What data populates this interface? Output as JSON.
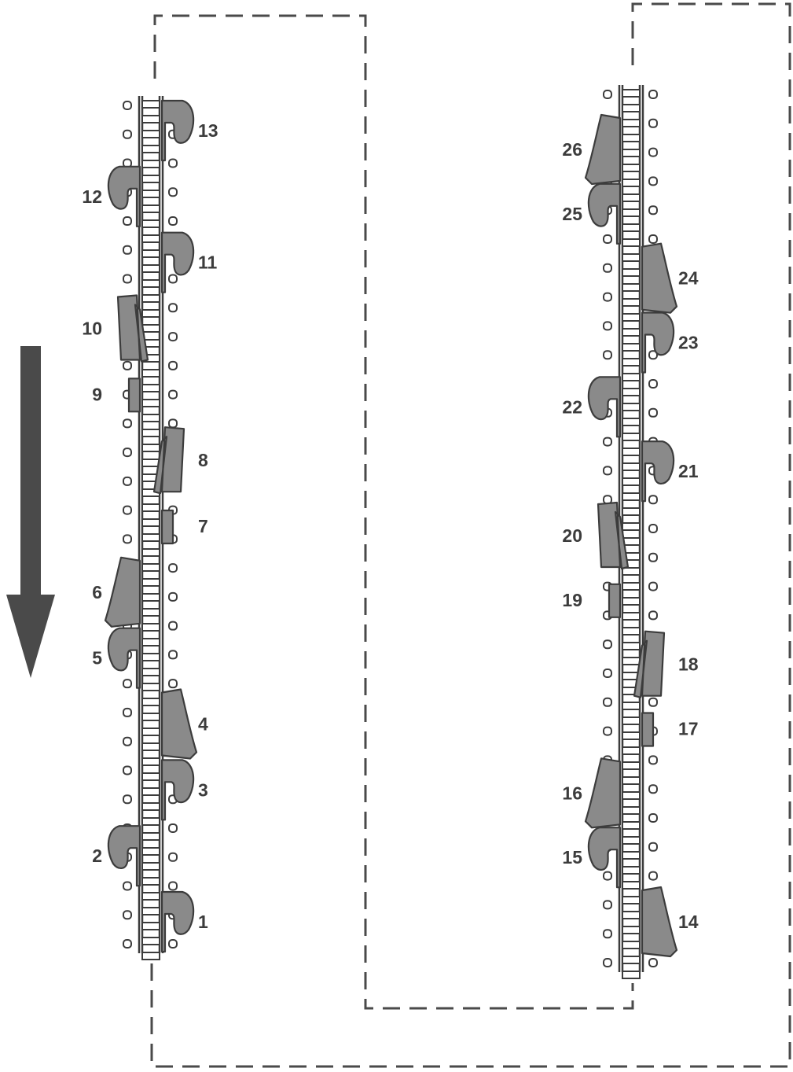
{
  "colors": {
    "outline": "#3c3c3c",
    "tooth_fill": "#8a8a8a",
    "tooth_shadow": "#5e5e5e",
    "arrow": "#4a4a4a",
    "dashes": "#4a4a4a",
    "background": "#ffffff"
  },
  "direction_arrow": {
    "icon": "down-arrow-icon",
    "direction": "down"
  },
  "chains": [
    {
      "name": "left-chain",
      "cutters": [
        {
          "label": "1",
          "type": "hook",
          "side": "right"
        },
        {
          "label": "2",
          "type": "hook",
          "side": "left"
        },
        {
          "label": "3",
          "type": "hook",
          "side": "right"
        },
        {
          "label": "4",
          "type": "wedge",
          "side": "right"
        },
        {
          "label": "5",
          "type": "hook",
          "side": "left"
        },
        {
          "label": "6",
          "type": "wedge",
          "side": "left"
        },
        {
          "label": "7",
          "type": "raker",
          "side": "right"
        },
        {
          "label": "8",
          "type": "angled",
          "side": "right"
        },
        {
          "label": "9",
          "type": "raker",
          "side": "left"
        },
        {
          "label": "10",
          "type": "angled",
          "side": "left"
        },
        {
          "label": "11",
          "type": "hook",
          "side": "right"
        },
        {
          "label": "12",
          "type": "hook",
          "side": "left"
        },
        {
          "label": "13",
          "type": "hook",
          "side": "right"
        }
      ]
    },
    {
      "name": "right-chain",
      "cutters": [
        {
          "label": "14",
          "type": "wedge",
          "side": "right"
        },
        {
          "label": "15",
          "type": "hook",
          "side": "left"
        },
        {
          "label": "16",
          "type": "wedge",
          "side": "left"
        },
        {
          "label": "17",
          "type": "raker",
          "side": "right"
        },
        {
          "label": "18",
          "type": "angled",
          "side": "right"
        },
        {
          "label": "19",
          "type": "raker",
          "side": "left"
        },
        {
          "label": "20",
          "type": "angled",
          "side": "left"
        },
        {
          "label": "21",
          "type": "hook",
          "side": "right"
        },
        {
          "label": "22",
          "type": "hook",
          "side": "left"
        },
        {
          "label": "23",
          "type": "hook",
          "side": "right"
        },
        {
          "label": "24",
          "type": "wedge",
          "side": "right"
        },
        {
          "label": "25",
          "type": "hook",
          "side": "left"
        },
        {
          "label": "26",
          "type": "wedge",
          "side": "left"
        }
      ]
    }
  ]
}
